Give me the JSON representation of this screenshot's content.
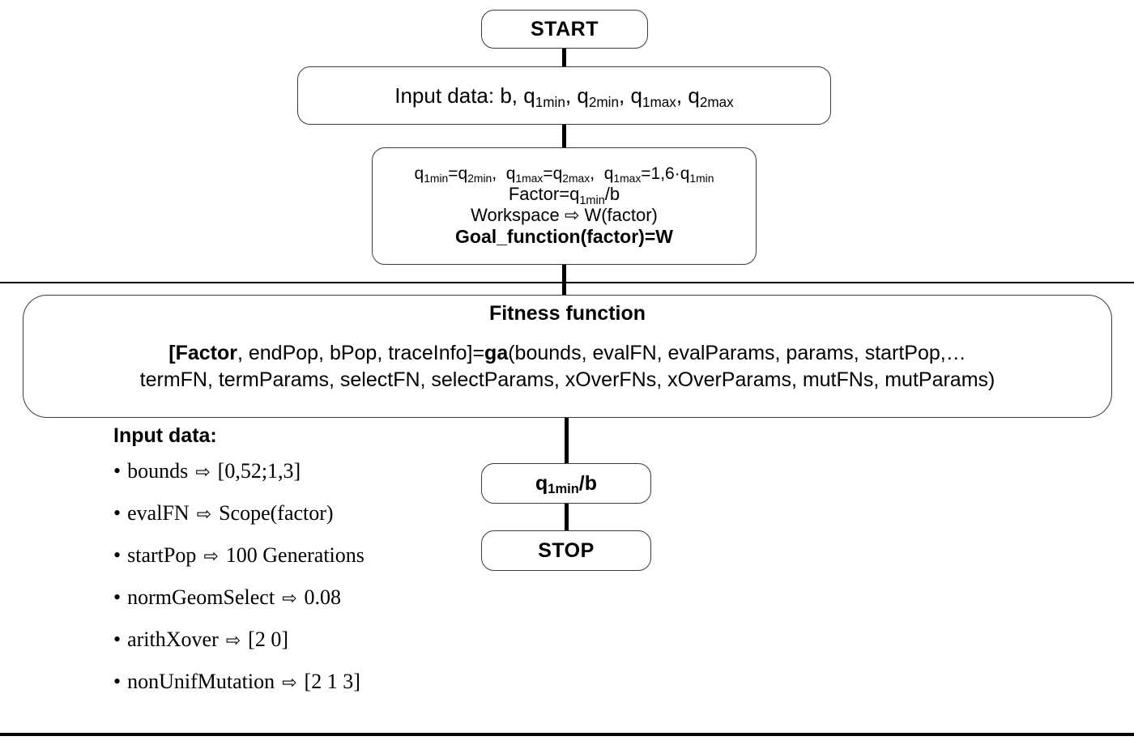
{
  "diagram": {
    "title": "Genetic algorithm optimization flowchart",
    "colors": {
      "background": "#ffffff",
      "stroke": "#3a3a3a",
      "connector": "#000000",
      "text": "#000000"
    },
    "arrow_glyph": "⇨",
    "bullet_glyph": "•"
  },
  "nodes": {
    "start": {
      "label": "START"
    },
    "input": {
      "prefix": "Input data: b, ",
      "vars": [
        {
          "base": "q",
          "sub": "1min"
        },
        {
          "base": "q",
          "sub": "2min"
        },
        {
          "base": "q",
          "sub": "1max"
        },
        {
          "base": "q",
          "sub": "2max"
        }
      ]
    },
    "goal": {
      "line1": {
        "eq1_left_base": "q",
        "eq1_left_sub": "1min",
        "eq1_right_base": "q",
        "eq1_right_sub": "2min",
        "eq2_left_base": "q",
        "eq2_left_sub": "1max",
        "eq2_right_base": "q",
        "eq2_right_sub": "2max",
        "eq3_left_base": "q",
        "eq3_left_sub": "1max",
        "eq3_right_coeff": "1,6·",
        "eq3_right_base": "q",
        "eq3_right_sub": "1min"
      },
      "line2_prefix": "Factor=",
      "line2_base": "q",
      "line2_sub": "1min",
      "line2_suffix": "/b",
      "line3_left": "Workspace",
      "line3_right": "W(factor)",
      "line4": "Goal_function(factor)=W"
    },
    "fitness": {
      "title": "Fitness function",
      "formula_line1_a": "[",
      "formula_line1_factor": "Factor",
      "formula_line1_b": ", endPop, bPop, traceInfo]=",
      "formula_line1_ga": "ga",
      "formula_line1_c": "(bounds, evalFN, evalParams, params, startPop,…",
      "formula_line2": "termFN, termParams, selectFN, selectParams, xOverFNs, xOverParams, mutFNs, mutParams)"
    },
    "qb": {
      "base": "q",
      "sub": "1min",
      "suffix": "/b"
    },
    "stop": {
      "label": "STOP"
    }
  },
  "input_data_list": {
    "heading": "Input data:",
    "items": [
      {
        "name": "bounds",
        "value": "[0,52;1,3]"
      },
      {
        "name": "evalFN",
        "value": "Scope(factor)"
      },
      {
        "name": "startPop",
        "value": "100 Generations"
      },
      {
        "name": "normGeomSelect",
        "value": "0.08"
      },
      {
        "name": "arithXover",
        "value": "[2 0]"
      },
      {
        "name": "nonUnifMutation",
        "value": "[2 1 3]"
      }
    ]
  }
}
